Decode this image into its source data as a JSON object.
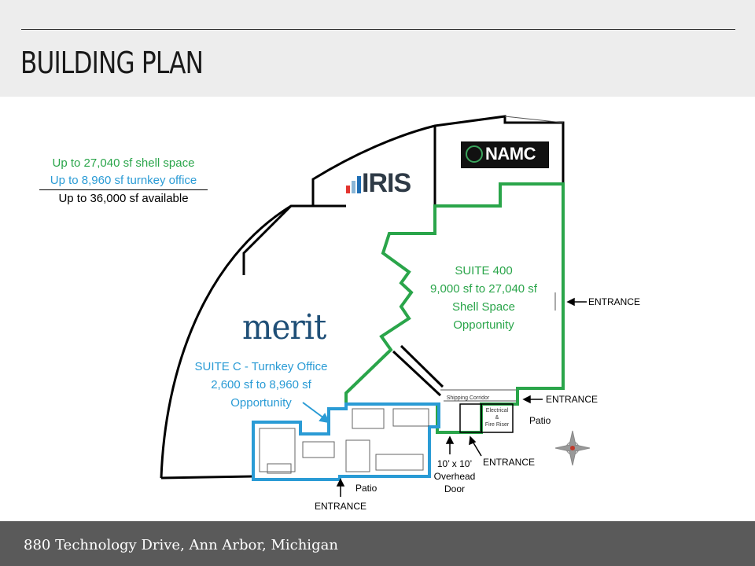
{
  "page": {
    "title": "BUILDING PLAN",
    "footer": "880 Technology Drive, Ann Arbor, Michigan"
  },
  "summary": {
    "shell": "Up to 27,040 sf shell space",
    "turnkey": "Up to 8,960 sf turnkey office",
    "total": "Up to 36,000 sf available"
  },
  "tenants": {
    "iris": "IRIS",
    "namc": "NAMC",
    "merit": "merit"
  },
  "suite400": {
    "line1": "SUITE 400",
    "line2": "9,000 sf to 27,040 sf",
    "line3": "Shell Space",
    "line4": "Opportunity"
  },
  "suiteC": {
    "line1": "SUITE C - Turnkey Office",
    "line2": "2,600 sf to 8,960 sf",
    "line3": "Opportunity"
  },
  "labels": {
    "entrance_east": "ENTRANCE",
    "entrance_se": "ENTRANCE",
    "entrance_south": "ENTRANCE",
    "entrance_bottom": "ENTRANCE",
    "patio_right": "Patio",
    "patio_bottom": "Patio",
    "overhead1": "10’ x 10’",
    "overhead2": "Overhead",
    "overhead3": "Door",
    "shipping": "Shipping Corridor",
    "elec1": "Electrical",
    "elec2": "&",
    "elec3": "Fire Riser"
  },
  "colors": {
    "green": "#2aa54a",
    "blue": "#2a9bd5",
    "wall": "#000000"
  }
}
